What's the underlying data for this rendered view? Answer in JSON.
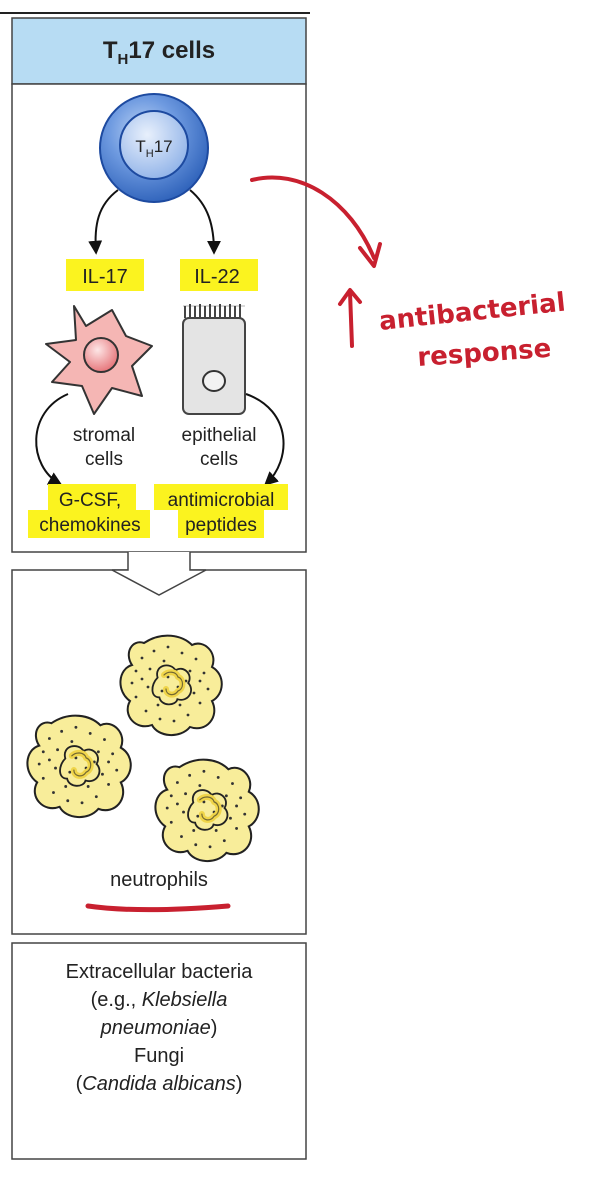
{
  "header": {
    "title_main": "T",
    "title_sub": "H",
    "title_rest": "17 cells"
  },
  "cell": {
    "label_main": "T",
    "label_sub": "H",
    "label_rest": "17"
  },
  "cytokines": {
    "left": "IL-17",
    "right": "IL-22"
  },
  "cells": {
    "stromal_line1": "stromal",
    "stromal_line2": "cells",
    "epithelial_line1": "epithelial",
    "epithelial_line2": "cells"
  },
  "products": {
    "left_line1": "G-CSF,",
    "left_line2": "chemokines",
    "right_line1": "antimicrobial",
    "right_line2": "peptides"
  },
  "neutrophils_label": "neutrophils",
  "targets": {
    "line1": "Extracellular  bacteria",
    "line2_prefix": "(e.g., ",
    "line2_italic": "Klebsiella",
    "line3_italic": "pneumoniae",
    "line3_suffix": ")",
    "line4": "Fungi",
    "line5_prefix": "(",
    "line5_italic": "Candida  albicans",
    "line5_suffix": ")"
  },
  "annotation": {
    "line1": "antibacterial",
    "line2": "response"
  },
  "colors": {
    "header_bg": "#b7dcf3",
    "highlight": "#fbf31f",
    "cell_blue": "#3b6fc2",
    "stromal": "#f5b6b4",
    "epithelial": "#e4e4e4",
    "neutrophil": "#f8ed9a",
    "annotation": "#c8202f"
  }
}
